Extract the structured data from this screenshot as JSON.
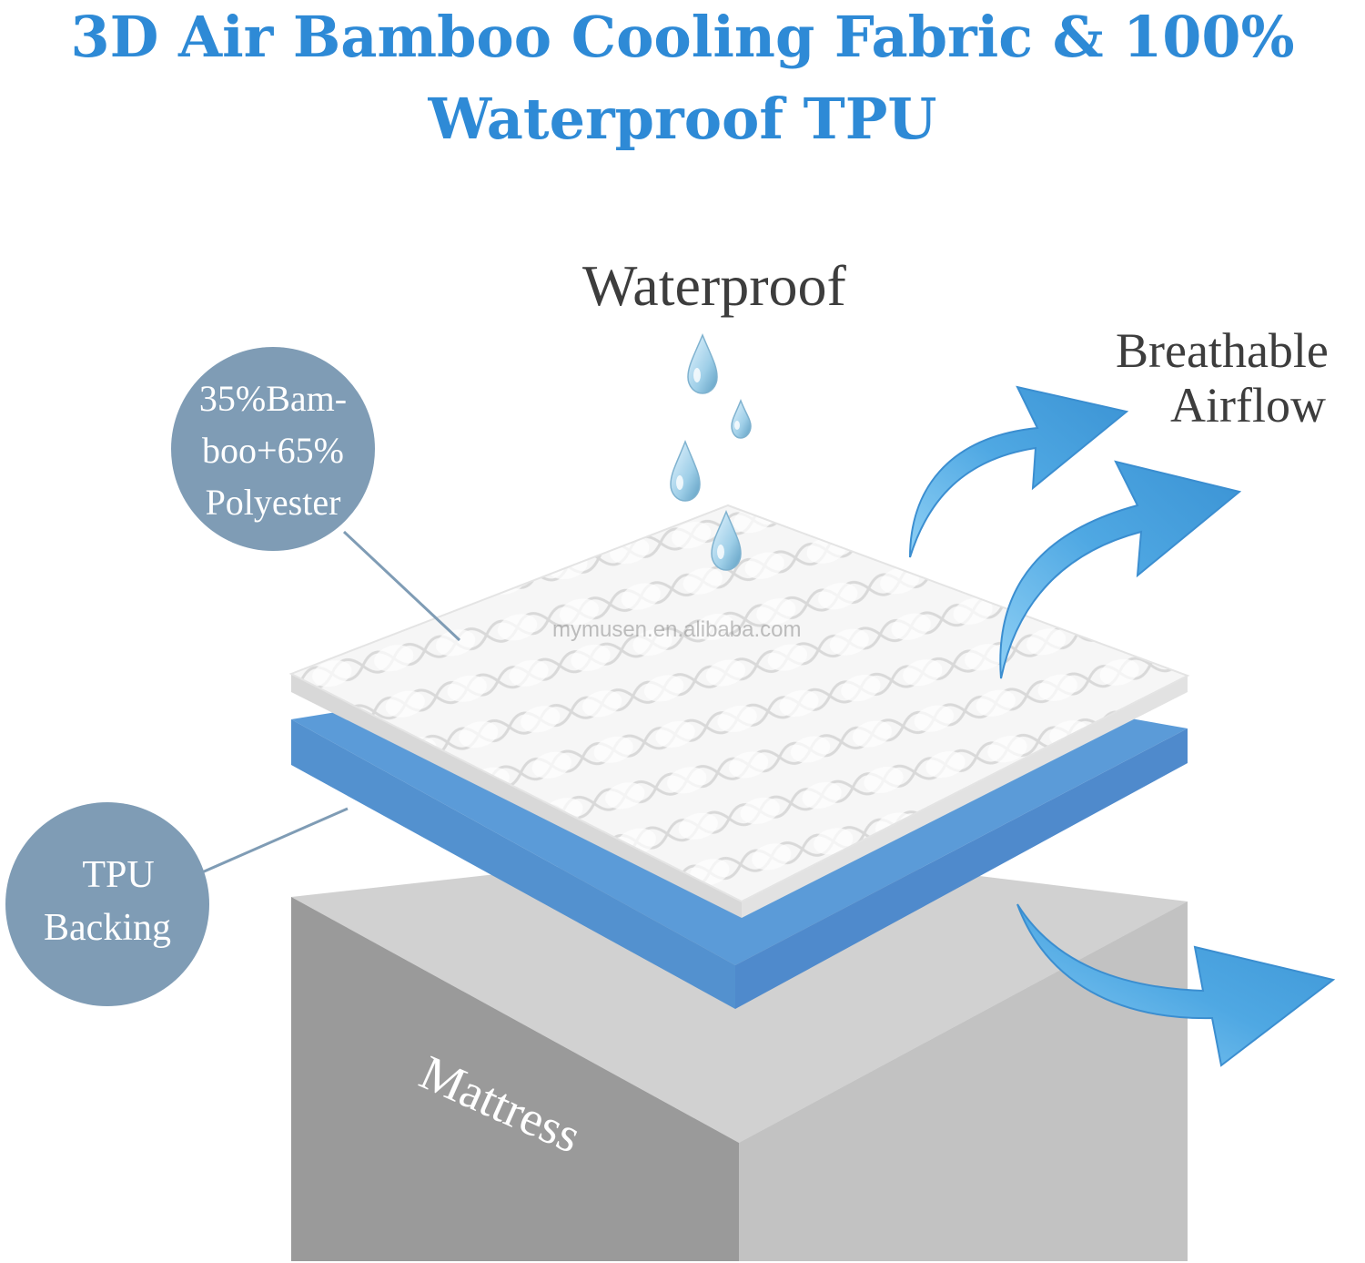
{
  "title": {
    "line1": "3D Air Bamboo Cooling Fabric & 100%",
    "line2": "Waterproof TPU"
  },
  "labels": {
    "waterproof": "Waterproof",
    "breathable": "Breathable",
    "airflow": "Airflow",
    "fabric_line1": "35%Bam-",
    "fabric_line2": "boo+65%",
    "fabric_line3": "Polyester",
    "tpu_line1": "TPU",
    "tpu_line2": "Backing",
    "mattress": "Mattress"
  },
  "watermark": "mymusen.en.alibaba.com",
  "colors": {
    "title": "#2e8ad6",
    "bubble": "#7f9cb5",
    "tpu_layer": "#5b9bd8",
    "mattress_top": "#e6e6e6",
    "mattress_left": "#9a9a9a",
    "mattress_right": "#c4c4c4",
    "arrow": "#5aaee6",
    "fabric": "#f4f4f4"
  },
  "icons": [
    "water-drop-icon",
    "curved-arrow-icon"
  ]
}
